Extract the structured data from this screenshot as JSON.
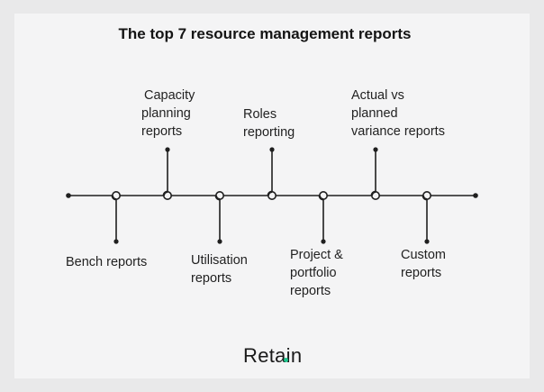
{
  "title": "The top 7 resource management reports",
  "brand": {
    "text": "Retain",
    "accent": "#1cc48b"
  },
  "line_color": "#1f1f1f",
  "reports": [
    {
      "id": "bench",
      "lines": [
        "Bench reports"
      ],
      "side": "below"
    },
    {
      "id": "capacity",
      "lines": [
        "Capacity",
        "planning",
        "reports"
      ],
      "side": "above"
    },
    {
      "id": "utilisation",
      "lines": [
        "Utilisation",
        "reports"
      ],
      "side": "below"
    },
    {
      "id": "roles",
      "lines": [
        "Roles",
        "reporting"
      ],
      "side": "above"
    },
    {
      "id": "project",
      "lines": [
        "Project &",
        "portfolio",
        "reports"
      ],
      "side": "below"
    },
    {
      "id": "actual",
      "lines": [
        "Actual vs",
        "planned",
        "variance reports"
      ],
      "side": "above"
    },
    {
      "id": "custom",
      "lines": [
        "Custom",
        "reports"
      ],
      "side": "below"
    }
  ]
}
